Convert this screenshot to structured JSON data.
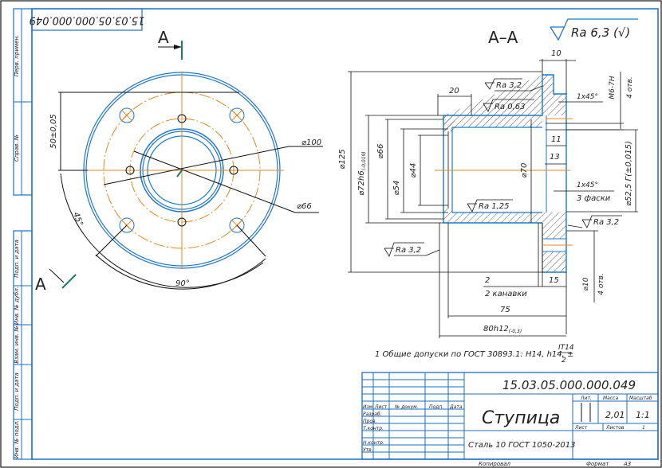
{
  "drawing": {
    "title_doc_number": "15.03.05.000.000.049",
    "stamp_doc_number_rotated": "15.03.05.000.000.049",
    "part_name": "Ступица",
    "material": "Сталь 10 ГОСТ 1050-2013",
    "mass": "2,01",
    "scale": "1:1",
    "sheets_label": "Листов",
    "sheets_value": "1",
    "sheet_label": "Лист",
    "lit_label": "Лит.",
    "mass_label": "Масса",
    "scale_label": "Масштаб",
    "copied_label": "Копировал",
    "format_label": "Формат",
    "format_value": "A3",
    "general_note": "1 Общие допуски по ГОСТ 30893.1: H14, h14, ±",
    "general_note_frac_num": "IT14",
    "general_note_frac_den": "2",
    "roughness_general": "Ra 6,3 (√)"
  },
  "title_block": {
    "headers": [
      "Изм.",
      "Лист",
      "№ докум.",
      "Подп.",
      "Дата"
    ],
    "rows": [
      "Разраб.",
      "Пров.",
      "Т.контр.",
      "",
      "Н.контр.",
      "Утв."
    ]
  },
  "side_stamp": {
    "top": [
      "Перв. примен.",
      "Справ. №"
    ],
    "bottom": [
      "Подп. и дата",
      "Инв. № дубл.",
      "Взам. инв. №",
      "Подп. и дата",
      "Инв. № подл."
    ]
  },
  "views": {
    "front": {
      "section_letter": "A",
      "dims": {
        "height_offset": "50±0,05",
        "dia_100": "⌀100",
        "dia_66": "⌀66",
        "angle_45": "45°",
        "angle_90": "90°"
      }
    },
    "section": {
      "title": "A–A",
      "dims": {
        "d125": "⌀125",
        "d72": "⌀72h6",
        "d72_tol": "(-0,019)",
        "d66": "⌀66",
        "d54": "⌀54",
        "d44": "⌀44",
        "d70": "⌀70",
        "d52": "⌀52,5 Г(±0,015)",
        "d10": "⌀10",
        "d10_note": "4 отв.",
        "m6": "M6-7H",
        "m6_note": "4 отв.",
        "len_20": "20",
        "len_10": "10",
        "len_11": "11",
        "len_13": "13",
        "len_15": "15",
        "len_2": "2",
        "len_2_note": "2 канавки",
        "len_75": "75",
        "len_80": "80h12",
        "len_80_tol": "(-0,3)",
        "chamfer_top": "1x45°",
        "chamfer_mid": "1x45°",
        "chamfer_mid_note": "3 фаски"
      },
      "roughness": {
        "r1": "Ra 3,2",
        "r2": "Ra 0,63",
        "r3": "Ra 1,25",
        "r4": "Ra 3,2",
        "r5": "Ra 3,2"
      }
    }
  }
}
